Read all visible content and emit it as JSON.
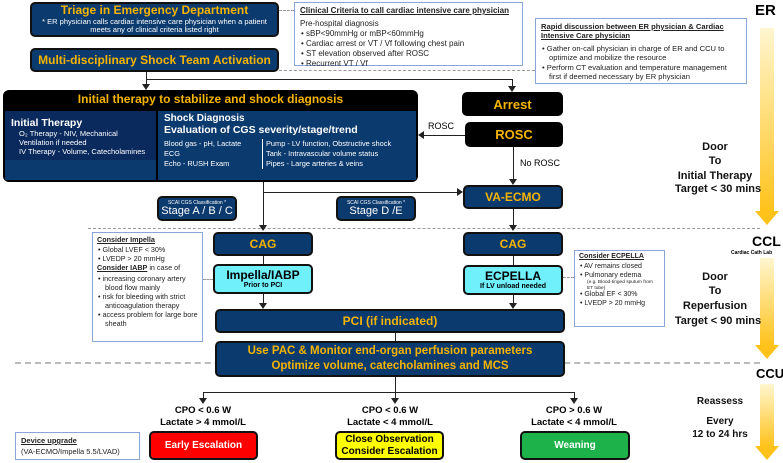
{
  "triage": {
    "title": "Triage in Emergency Department",
    "note": "* ER physician calls cardiac intensive care physician when a patient meets any of clinical  criteria listed right"
  },
  "activation": "Multi-disciplinary Shock Team Activation",
  "criteria": {
    "title": "Clinical Criteria to call cardiac intensive care physician",
    "sub": "Pre-hospital diagnosis",
    "items": [
      "sBP<90mmHg or mBP<60mmHg",
      "Cardiac arrest or VT / Vf following chest pain",
      "ST elevation observed after ROSC",
      "Recurrent VT / Vf"
    ]
  },
  "rapid": {
    "title": "Rapid discussion between ER physician & Cardiac Intensive Care physician",
    "items": [
      "Gather on-call physician in charge of ER and CCU to optimize and mobilize the resource",
      "Perform CT evaluation and temperature management first if deemed necessary by ER physician"
    ]
  },
  "initial": {
    "header": "Initial therapy to stabilize and shock diagnosis",
    "left_title": "Initial Therapy",
    "left_items": [
      "O₂ Therapy - NIV, Mechanical Ventilation if needed",
      "IV Therapy - Volume, Catecholamines"
    ],
    "right_title1": "Shock Diagnosis",
    "right_title2": "Evaluation of CGS severity/stage/trend",
    "tests": [
      "Blood gas - pH, Lactate",
      "ECG",
      "Echo - RUSH Exam"
    ],
    "rush": [
      "Pump - LV function, Obstructive shock",
      "Tank - Intravascular volume status",
      "Pipes - Large arteries & veins"
    ]
  },
  "arrest": "Arrest",
  "rosc": "ROSC",
  "rosc_label": "ROSC",
  "no_rosc": "No ROSC",
  "vaecmo": "VA-ECMO",
  "stage_abc": {
    "cap": "SCAI CGS Classification *",
    "label": "Stage A / B / C"
  },
  "stage_de": {
    "cap": "SCAI CGS Classification *",
    "label": "Stage D /E"
  },
  "cag": "CAG",
  "impella": {
    "title": "Impella/IABP",
    "sub": "Prior to PCI"
  },
  "ecpella": {
    "title": "ECPELLA",
    "sub": "If LV unload needed"
  },
  "consider_impella": {
    "title": "Consider Impella",
    "items": [
      "Global LVEF < 30%",
      "LVEDP > 20 mmHg"
    ],
    "iabp_title": "Consider IABP",
    "iabp_suffix": " in case of",
    "iabp_items": [
      "increasing coronary artery blood flow mainly",
      "risk for bleeding with strict anticoagulation therapy",
      "access problem for large bore sheath"
    ]
  },
  "consider_ecpella": {
    "title": "Consider ECPELLA",
    "items": [
      "AV remains closed",
      "Pulmonary edema"
    ],
    "note": "(e.g. Blood-tinged sputum from ET tube)",
    "items2": [
      "Global EF < 30%",
      "LVEDP > 20 mmHg"
    ]
  },
  "pci": "PCI (if indicated)",
  "pac": {
    "line1": "Use PAC & Monitor end-organ perfusion parameters",
    "line2": "Optimize volume, catecholamines and MCS"
  },
  "outcomes": [
    {
      "cpo": "CPO < 0.6 W",
      "lactate": "Lactate > 4 mmol/L",
      "label": "Early Escalation",
      "color": "#ff0000"
    },
    {
      "cpo": "CPO < 0.6 W",
      "lactate": "Lactate < 4 mmol/L",
      "label1": "Close Observation",
      "label2": "Consider Escalation",
      "color": "#ffff00"
    },
    {
      "cpo": "CPO > 0.6 W",
      "lactate": "Lactate < 4 mmol/L",
      "label": "Weaning",
      "color": "#1db34a"
    }
  ],
  "device": {
    "title": "Device upgrade",
    "text": "(VA-ECMO/Impella 5.5/LVAD)"
  },
  "side": {
    "er": "ER",
    "door1": [
      "Door",
      "To",
      "Initial Therapy"
    ],
    "target1": "Target < 30 mins",
    "ccl": "CCL",
    "ccl_sub": "Cardiac Cath Lab",
    "door2": [
      "Door",
      "To",
      "Reperfusion"
    ],
    "target2": "Target < 90 mins",
    "ccu": "CCU",
    "reassess": "Reassess",
    "every": [
      "Every",
      "12 to 24 hrs"
    ]
  }
}
